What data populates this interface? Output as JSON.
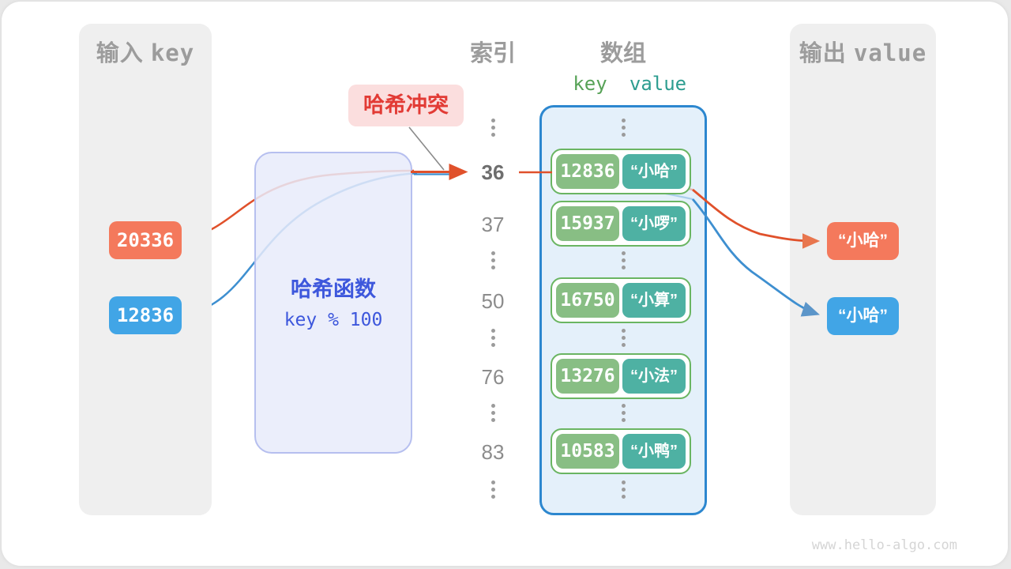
{
  "watermark": "www.hello-algo.com",
  "panels": {
    "input": {
      "title_zh": "输入",
      "title_en": "key"
    },
    "output": {
      "title_zh": "输出",
      "title_en": "value"
    }
  },
  "columns": {
    "index_title": "索引",
    "array_title": "数组",
    "key_label": "key",
    "value_label": "value"
  },
  "badge": {
    "text": "哈希冲突"
  },
  "hash_function": {
    "name": "哈希函数",
    "formula": "key % 100"
  },
  "inputs": [
    {
      "key": "20336",
      "color": "#f4795c"
    },
    {
      "key": "12836",
      "color": "#41a5e6"
    }
  ],
  "rows": [
    {
      "index": "36",
      "key": "12836",
      "value": "“小哈”"
    },
    {
      "index": "37",
      "key": "15937",
      "value": "“小啰”"
    },
    {
      "index": "50",
      "key": "16750",
      "value": "“小算”"
    },
    {
      "index": "76",
      "key": "13276",
      "value": "“小法”"
    },
    {
      "index": "83",
      "key": "10583",
      "value": "“小鸭”"
    }
  ],
  "outputs": [
    {
      "value": "“小哈”",
      "color": "#f4795c"
    },
    {
      "value": "“小哈”",
      "color": "#41a5e6"
    }
  ],
  "colors": {
    "orange_box": "#f4795c",
    "orange_line": "#e0512b",
    "blue_box": "#41a5e6",
    "blue_line": "#3e8fd0",
    "key_green": "#88be84",
    "value_teal": "#4eb1a3",
    "pair_border": "#6ab562",
    "array_bg": "#e4f0fa",
    "array_border": "#2c87cf",
    "hash_bg": "#e8ebfa",
    "hash_text": "#3d57dc",
    "badge_bg": "#fbdede",
    "badge_text": "#e23b35",
    "header_gray": "#9c9c9c",
    "key_label_green": "#57a257",
    "value_label_teal": "#2d9d90"
  }
}
